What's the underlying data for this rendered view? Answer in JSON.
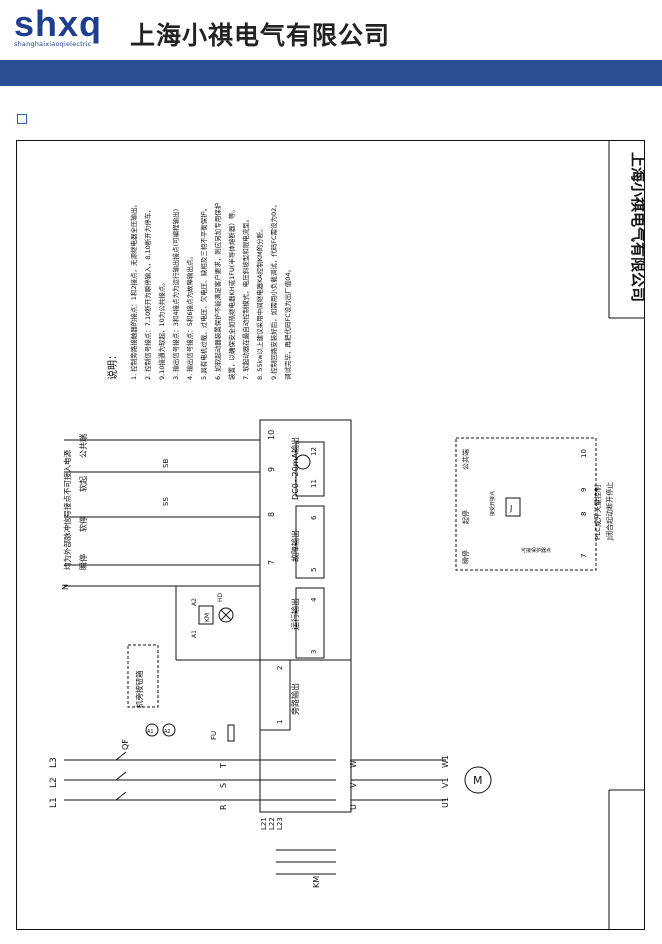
{
  "header": {
    "logo_text": "shxq",
    "logo_subtext": "shanghaixiaoqielectric",
    "company_name": "上海小祺电气有限公司"
  },
  "colors": {
    "brand_blue": "#2a4f95",
    "logo_blue": "#1f3f8e",
    "bullet_blue": "#2a66b8",
    "line": "#111111"
  },
  "icons": {
    "section_bullet": "square-outline-icon"
  },
  "diagram": {
    "side_company": "上海小祺电气有限公司",
    "notes_title": "说明：",
    "notes": [
      "1. 控制旁路接触器的接点：1和2接点，无源继电器全压输出。",
      "2. 控制信号接点：7,10断开为瞬停输入，8,10断开为停车，",
      "   9,10接通为软起，10为公共接点。",
      "3. 输出信号接点：3和4接点为为运行输出接点(可编程输出)",
      "4. 输出信号接点：5和6接点为故障输出点。",
      "5.具有电机过载、过电压、欠电压、缺相及三相不平衡保护。",
      "6. 如软起动器装置保护不能满足客户要求，则应另加专用保护",
      "装置，以确保安全如热继电器KH或1FU(半导体熔断器）等。",
      "7. 软起动器在最自动控制模式，电压斜坡型和限电流型。",
      "8. 55kw以上建议采用中间继电器KA控制KM的分断。",
      "9.控制回路安装好后，如需用小负载调试，代码FC需设为02，",
      "调试完毕，再把代码FC设为出厂值04。"
    ],
    "control_hint": "均为外部脉冲信号接点不可接入电源",
    "control_labels": {
      "stop": "瞬停",
      "soft_stop": "软停",
      "soft_start": "软起",
      "common": "公共端"
    },
    "switches": {
      "ss": "SS",
      "sb": "SB"
    },
    "terminals_top": [
      "7",
      "8",
      "9",
      "10"
    ],
    "dc_output": "DC0~20mA输出",
    "dc_terminals": [
      "11",
      "12"
    ],
    "fault_output": "故障输出",
    "fault_terminals": [
      "5",
      "6"
    ],
    "run_output": "运行输出",
    "run_terminals": [
      "3",
      "4"
    ],
    "bypass_output": "旁路输出",
    "bypass_terminals": [
      "1",
      "2"
    ],
    "km_coil": "KM",
    "km_a1": "A1",
    "km_a2": "A2",
    "hd": "HD",
    "n_label": "N",
    "fu": "FU",
    "qf": "QF",
    "meter_box": "机旁按钮箱",
    "a1_meter": "A1",
    "a2_meter": "A2",
    "phases": [
      "L3",
      "L2",
      "L1"
    ],
    "rst": [
      "T",
      "S",
      "R"
    ],
    "uvw": [
      "W",
      "V",
      "U"
    ],
    "motor_terms": [
      "W1",
      "V1",
      "U1"
    ],
    "motor": "M",
    "input_terms": [
      "L21",
      "L22",
      "L23"
    ],
    "km_label": "KM",
    "plc_box": {
      "labels": [
        "瞬停",
        "起停",
        "公共端"
      ],
      "relay_j": "J",
      "relay_label": "接受开接点",
      "protect_label": "可接保护器点",
      "terminals": [
        "7",
        "8",
        "9",
        "10"
      ],
      "caption1": "PLC或开关量控制",
      "caption2": "J闭合起动断开停止"
    }
  }
}
